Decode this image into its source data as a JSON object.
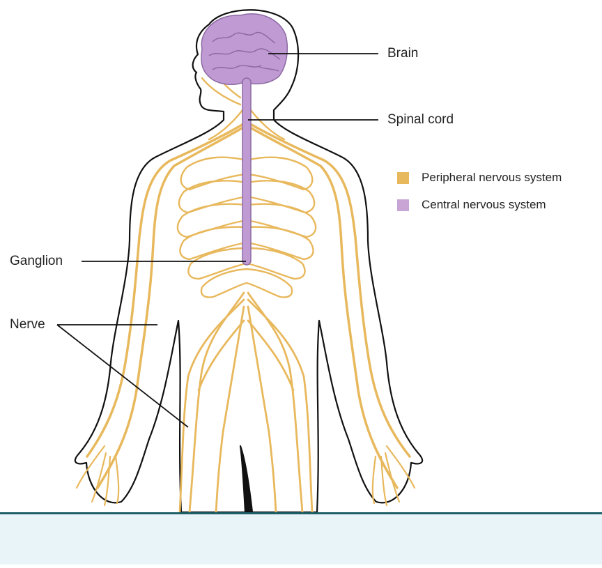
{
  "labels": {
    "brain": "Brain",
    "spinal_cord": "Spinal cord",
    "ganglion": "Ganglion",
    "nerve": "Nerve"
  },
  "legend": [
    {
      "label": "Peripheral nervous system",
      "color": "#E8B85C"
    },
    {
      "label": "Central nervous system",
      "color": "#C9A5D6"
    }
  ],
  "colors": {
    "peripheral": "#E8B85C",
    "central": "#C09AD2",
    "central_dark": "#8C6AA3",
    "outline": "#111111",
    "footer_band": "#E9F4F9",
    "footer_border": "#1C5F68"
  }
}
